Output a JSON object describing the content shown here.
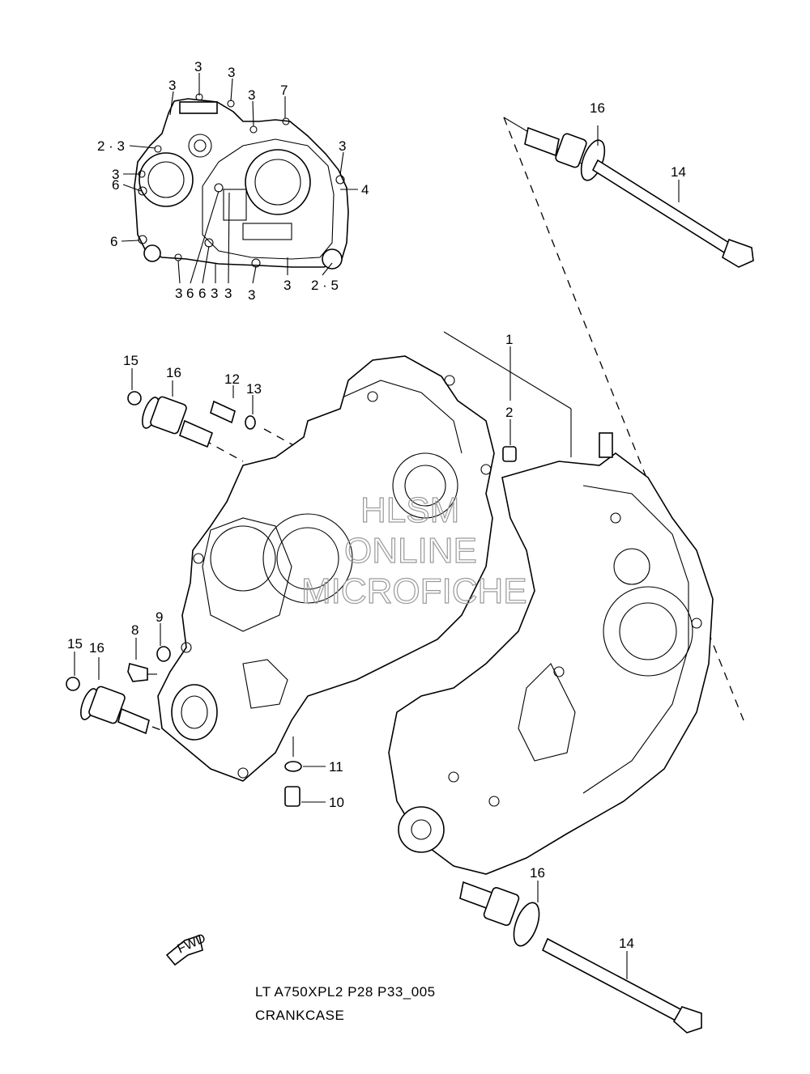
{
  "diagram": {
    "code": "LT A750XPL2 P28 P33_005",
    "title": "CRANKCASE",
    "watermark": [
      "HLSM",
      "ONLINE",
      "MICROFICHE"
    ],
    "fwd_label": "FWD",
    "inset_labels": {
      "top_3": "3",
      "top_3b": "3",
      "left_3a": "3",
      "left_3c": "3",
      "mid_3": "3",
      "l_7": "7",
      "l_23": "2 · 3",
      "l_3_left": "3",
      "l_6a": "6",
      "l_6b": "6",
      "l_4": "4",
      "b_3a": "3",
      "b_6a": "6",
      "b_6b": "6",
      "b_3b": "3",
      "b_3c": "3",
      "b_3d": "3",
      "b_3e": "3",
      "b_25": "2 · 5"
    },
    "part_labels": {
      "p1": "1",
      "p2": "2",
      "p16_top": "16",
      "p14_top": "14",
      "p15_a": "15",
      "p16_a": "16",
      "p12": "12",
      "p13": "13",
      "p8": "8",
      "p9": "9",
      "p15_b": "15",
      "p16_b": "16",
      "p11": "11",
      "p10": "10",
      "p16_bot": "16",
      "p14_bot": "14"
    }
  }
}
